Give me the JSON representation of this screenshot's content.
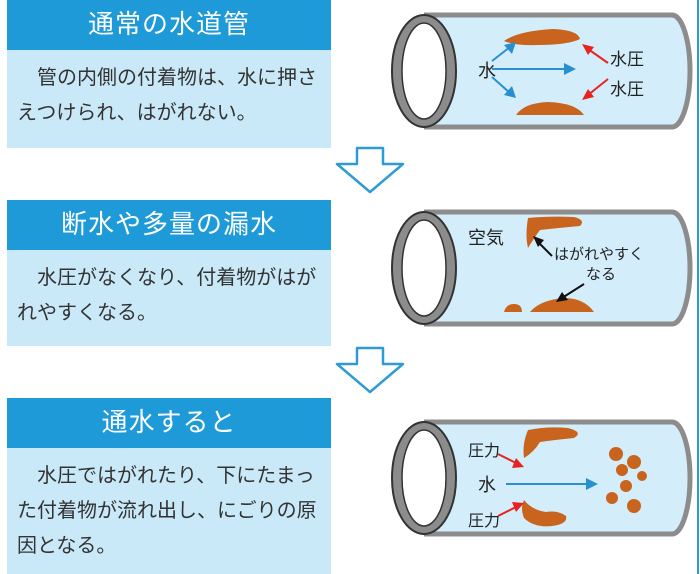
{
  "sections": [
    {
      "title": "通常の水道管",
      "body": "管の内側の付着物は、水に押さえつけられ、はがれない。",
      "pipe_labels": {
        "water": "水",
        "pressure_top": "水圧",
        "pressure_bottom": "水圧"
      }
    },
    {
      "title": "断水や多量の漏水",
      "body": "水圧がなくなり、付着物がはがれやすくなる。",
      "pipe_labels": {
        "air": "空気",
        "note_line1": "はがれやすく",
        "note_line2": "なる"
      }
    },
    {
      "title": "通水すると",
      "body": "水圧ではがれたり、下にたまった付着物が流れ出し、にごりの原因となる。",
      "pipe_labels": {
        "pressure_top": "圧力",
        "water": "水",
        "pressure_bottom": "圧力"
      }
    }
  ],
  "colors": {
    "title_bg": "#1e9ad8",
    "body_bg": "#c9e9f8",
    "pipe_fill": "#d3eefa",
    "pipe_wall": "#8c8c8c",
    "deposit": "#c8641e",
    "water_arrow": "#2a8fd0",
    "pressure_arrow": "#e52420"
  }
}
